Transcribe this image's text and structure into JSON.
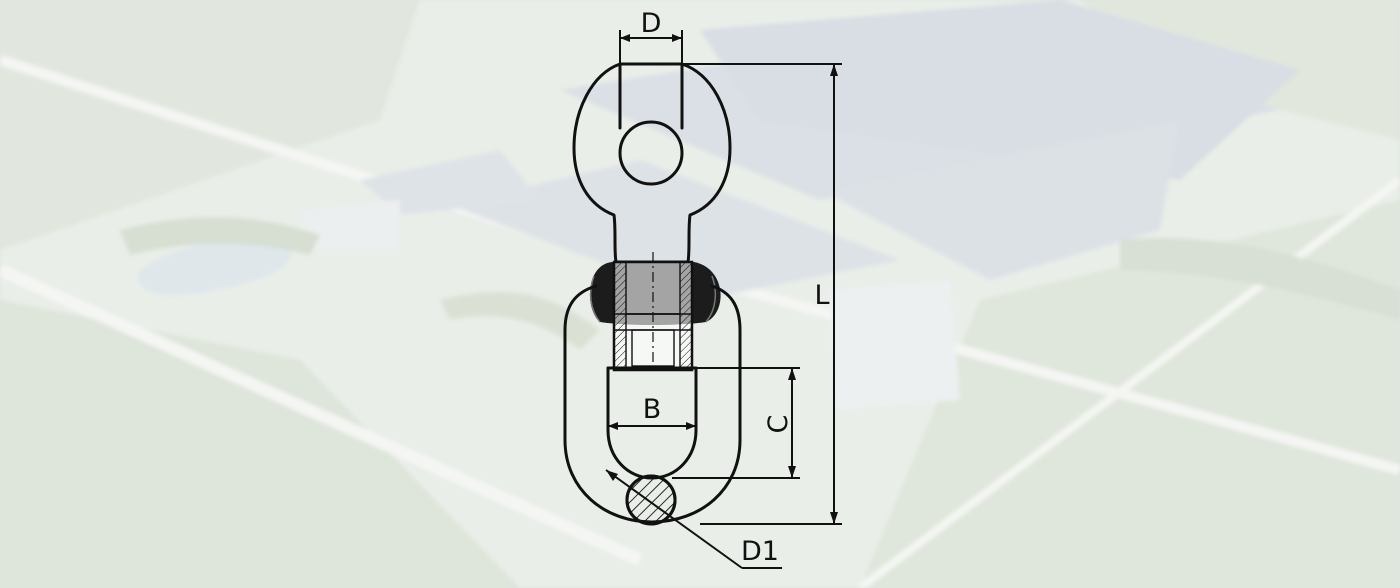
{
  "diagram": {
    "labels": {
      "D": "D",
      "L": "L",
      "B": "B",
      "C": "C",
      "D1": "D1"
    },
    "colors": {
      "ink": "#111111",
      "background_overlay": "#e4e9e3",
      "field_green": "#b9c8b1",
      "roof_blue": "#aebbc8",
      "rubber_black": "#1c1c1c"
    },
    "icons": {
      "part": "swivel-eye-shackle-icon"
    }
  }
}
